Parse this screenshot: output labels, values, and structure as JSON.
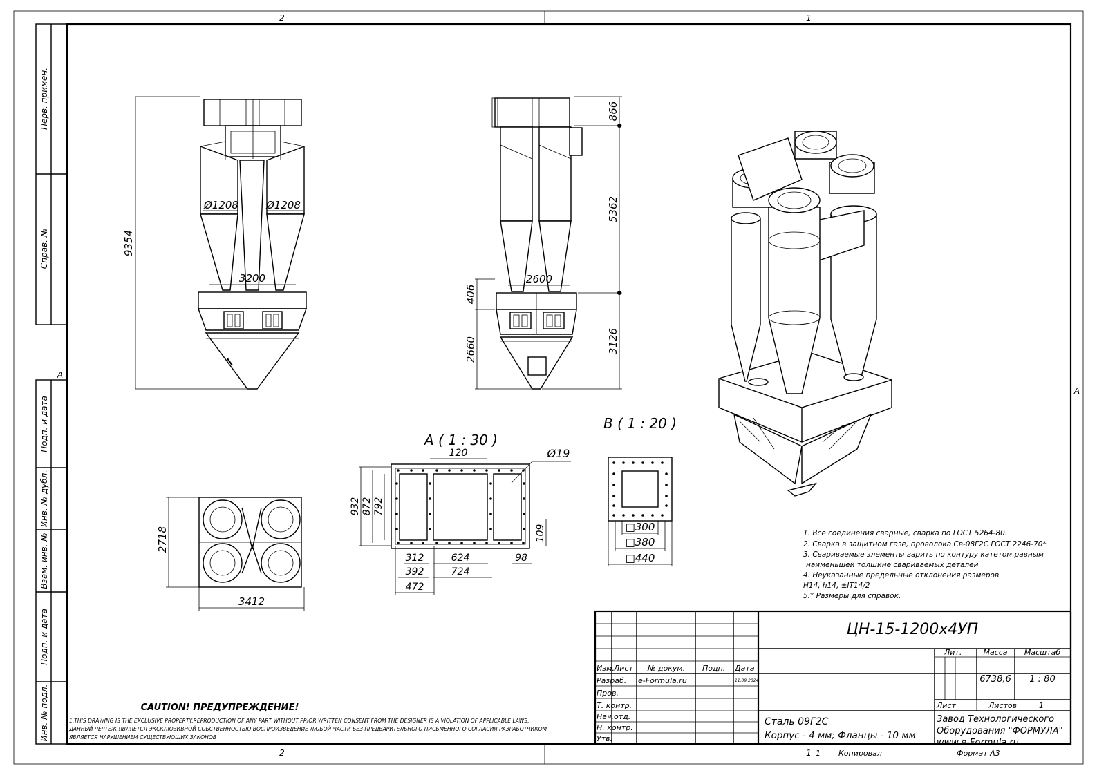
{
  "zones": {
    "top": [
      "2",
      "1"
    ],
    "bottom": [
      "2",
      "1"
    ],
    "side": "A"
  },
  "side_stamps": [
    "Перв. примен.",
    "Справ. №",
    "Подп. и дата",
    "Инв. № дубл.",
    "Взам. инв. №",
    "Подп. и дата",
    "Инв. № подл."
  ],
  "views": {
    "front": {
      "height_total": "9354",
      "dia_left": "Ø1208",
      "dia_right": "Ø1208",
      "spacing": "3200"
    },
    "side": {
      "d1": "866",
      "d2": "5362",
      "d3": "3126",
      "d4": "406",
      "d5": "2660",
      "spacing": "2600"
    },
    "top": {
      "depth": "2718",
      "width": "3412"
    },
    "section_a": {
      "title": "A ( 1 : 30 )",
      "hole": "Ø19",
      "pitch": "120",
      "h1": "932",
      "h2": "872",
      "h3": "792",
      "w_a": "312",
      "w_b": "624",
      "w_c": "392",
      "w_d": "724",
      "w_e": "472",
      "e1": "98",
      "e2": "109"
    },
    "section_b": {
      "title": "B ( 1 : 20 )",
      "s1": "□300",
      "s2": "□380",
      "s3": "□440"
    }
  },
  "notes": [
    "1. Все соединения сварные, сварка по ГОСТ 5264-80.",
    "2. Сварка в защитном газе, проволока Св-08Г2С ГОСТ 2246-70*",
    "3. Свариваемые элементы варить по контуру катетом,равным",
    "наименьшей толщине свариваемых деталей",
    "4. Неуказанные предельные отклонения размеров",
    "H14, h14, ±IT14/2",
    "5.* Размеры для справок."
  ],
  "caution": {
    "title": "CAUTION! ПРЕДУПРЕЖДЕНИЕ!",
    "line1": "1.THIS DRAWING IS THE EXCLUSIVE PROPERTY.REPRODUCTION OF ANY PART WITHOUT PRIOR WRITTEN CONSENT FROM THE DESIGNER IS A VIOLATION OF APPLICABLE LAWS.",
    "line2": "ДАННЫЙ ЧЕРТЕЖ ЯВЛЯЕТСЯ ЭКСКЛЮЗИВНОЙ СОБСТВЕННОСТЬЮ.ВОСПРОИЗВЕДЕНИЕ ЛЮБОЙ ЧАСТИ БЕЗ ПРЕДВАРИТЕЛЬНОГО ПИСЬМЕННОГО СОГЛАСИЯ РАЗРАБОТЧИКОМ",
    "line3": "ЯВЛЯЕТСЯ НАРУШЕНИЕМ СУЩЕСТВУЮЩИХ ЗАКОНОВ"
  },
  "title_block": {
    "designation": "ЦН-15-1200х4УП",
    "hdr_izm": "Изм.",
    "hdr_list": "Лист",
    "hdr_doc": "№ докум.",
    "hdr_podp": "Подп.",
    "hdr_date": "Дата",
    "razrab": "Разраб.",
    "prov": "Пров.",
    "tkontr": "Т. контр.",
    "nachotd": "Нач.отд.",
    "nkontr": "Н. контр.",
    "utv": "Утв.",
    "developer": "e-Formula.ru",
    "date": "11.09.2024",
    "lit": "Лит.",
    "massa_lbl": "Масса",
    "masshtab_lbl": "Масштаб",
    "mass": "6738,6",
    "scale": "1 : 80",
    "sheet_lbl": "Лист",
    "sheets_lbl": "Листов",
    "sheets": "1",
    "material": "Сталь 09Г2С",
    "thickness": "Корпус - 4 мм; Фланцы - 10 мм",
    "org1": "Завод Технологического",
    "org2": "Оборудования \"ФОРМУЛА\"",
    "org3": "www.e-Formula.ru",
    "copy_num": "1",
    "copied": "Копировал",
    "format": "Формат А3"
  }
}
